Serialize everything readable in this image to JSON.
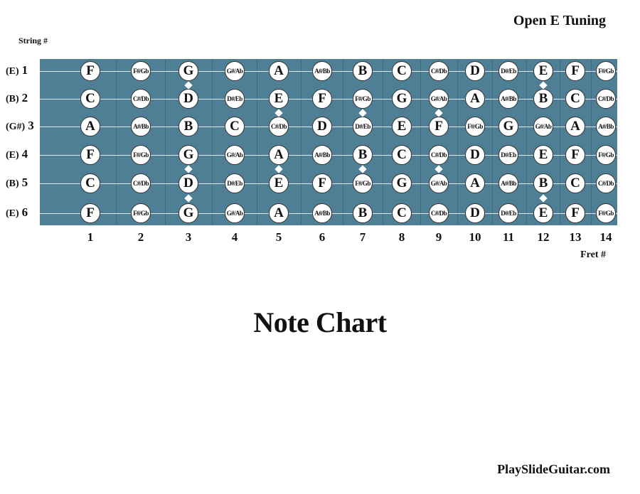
{
  "title": "Open E Tuning",
  "string_header": "String #",
  "fret_header": "Fret #",
  "main_title": "Note Chart",
  "website": "PlaySlideGuitar.com",
  "colors": {
    "board": "#4f7f95",
    "note_fill": "#ffffff",
    "text": "#111111"
  },
  "frets": [
    "1",
    "2",
    "3",
    "4",
    "5",
    "6",
    "7",
    "8",
    "9",
    "10",
    "11",
    "12",
    "13",
    "14"
  ],
  "strings": [
    {
      "number": "1",
      "tuning": "(E)",
      "notes": [
        "F",
        "F#/Gb",
        "G",
        "G#/Ab",
        "A",
        "A#/Bb",
        "B",
        "C",
        "C#/Db",
        "D",
        "D#/Eb",
        "E",
        "F",
        "F#/Gb"
      ]
    },
    {
      "number": "2",
      "tuning": "(B)",
      "notes": [
        "C",
        "C#/Db",
        "D",
        "D#/Eb",
        "E",
        "F",
        "F#/Gb",
        "G",
        "G#/Ab",
        "A",
        "A#/Bb",
        "B",
        "C",
        "C#/Db"
      ]
    },
    {
      "number": "3",
      "tuning": "(G#)",
      "notes": [
        "A",
        "A#/Bb",
        "B",
        "C",
        "C#/Db",
        "D",
        "D#/Eb",
        "E",
        "F",
        "F#/Gb",
        "G",
        "G#/Ab",
        "A",
        "A#/Bb"
      ]
    },
    {
      "number": "4",
      "tuning": "(E)",
      "notes": [
        "F",
        "F#/Gb",
        "G",
        "G#/Ab",
        "A",
        "A#/Bb",
        "B",
        "C",
        "C#/Db",
        "D",
        "D#/Eb",
        "E",
        "F",
        "F#/Gb"
      ]
    },
    {
      "number": "5",
      "tuning": "(B)",
      "notes": [
        "C",
        "C#/Db",
        "D",
        "D#/Eb",
        "E",
        "F",
        "F#/Gb",
        "G",
        "G#/Ab",
        "A",
        "A#/Bb",
        "B",
        "C",
        "C#/Db"
      ]
    },
    {
      "number": "6",
      "tuning": "(E)",
      "notes": [
        "F",
        "F#/Gb",
        "G",
        "G#/Ab",
        "A",
        "A#/Bb",
        "B",
        "C",
        "C#/Db",
        "D",
        "D#/Eb",
        "E",
        "F",
        "F#/Gb"
      ]
    }
  ],
  "fret_markers": [
    "3",
    "5",
    "7",
    "9",
    "12"
  ]
}
